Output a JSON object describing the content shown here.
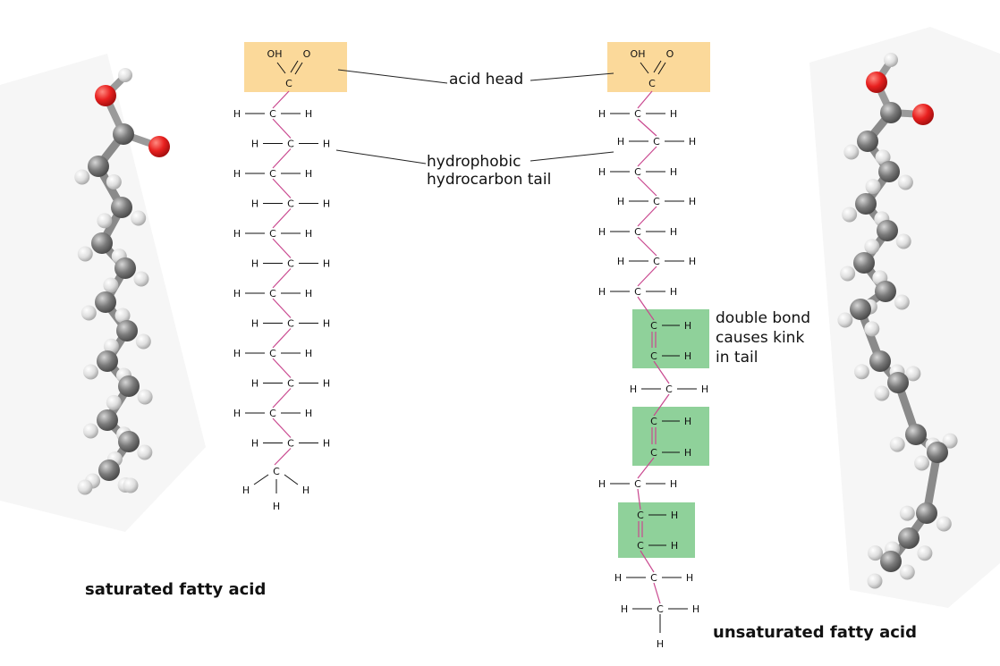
{
  "labels": {
    "acid_head": "acid head",
    "tail": "hydrophobic\nhydrocarbon tail",
    "double_bond": "double bond\ncauses kink\nin tail",
    "saturated": "saturated fatty acid",
    "unsaturated": "unsaturated fatty acid"
  },
  "atoms": {
    "carbon": "C",
    "hydrogen": "H",
    "oxygen": "O",
    "hydroxyl": "OH"
  },
  "colors": {
    "acid_head_box": "#fbd99a",
    "double_bond_box": "#8fd19a",
    "chain_bond": "#c9488f",
    "carbon_atom": "#7d7d7d",
    "hydrogen_atom": "#e4e4e4",
    "oxygen_atom": "#e8201f"
  }
}
